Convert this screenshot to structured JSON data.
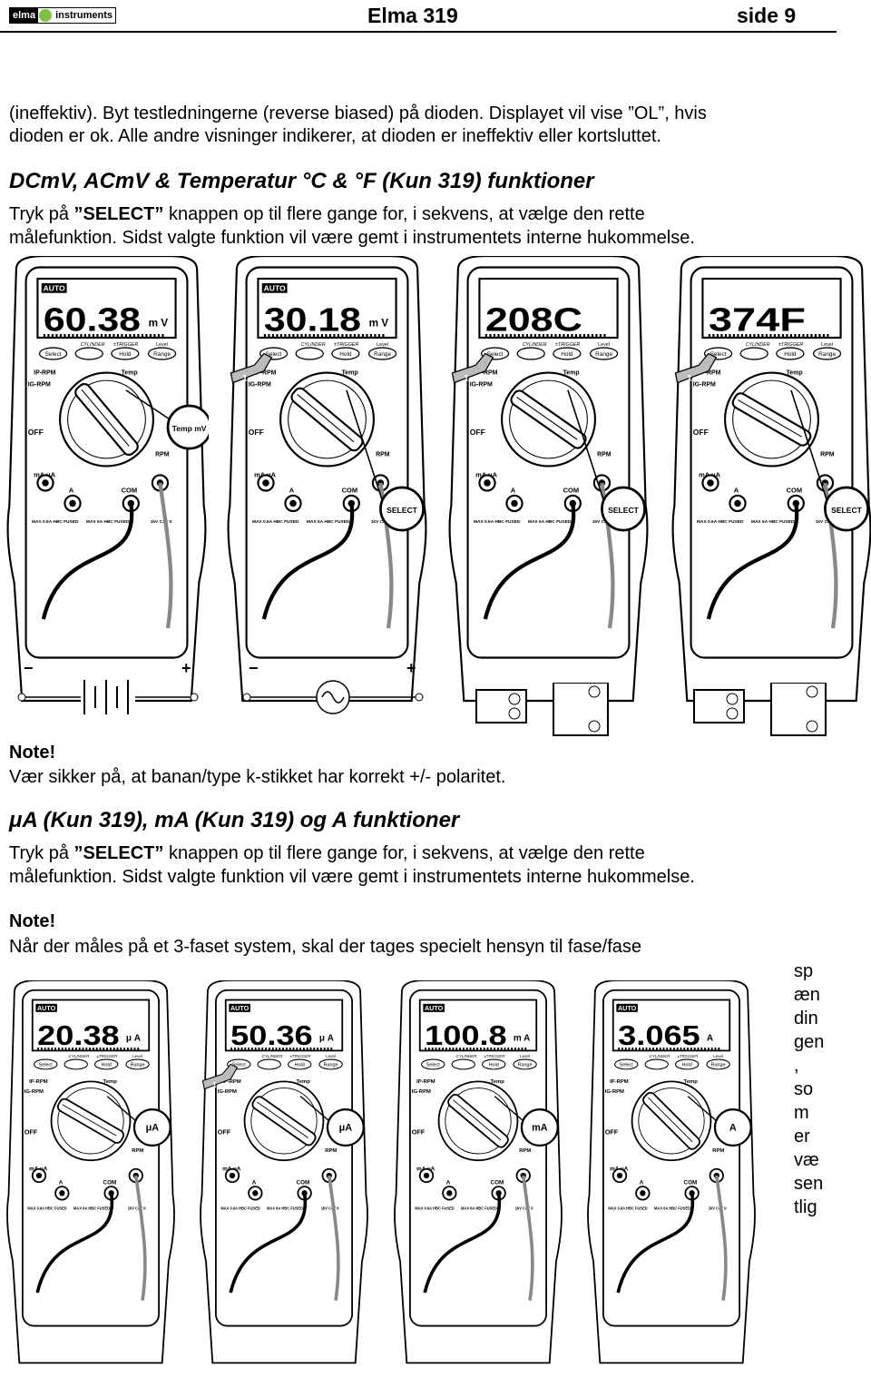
{
  "header": {
    "logo_left": "elma",
    "logo_right": "instruments",
    "title": "Elma 319",
    "page": "side 9"
  },
  "intro": {
    "line1": "(ineffektiv). Byt testledningerne (reverse biased) på dioden. Displayet vil vise ”OL”, hvis",
    "line2": "dioden er ok. Alle andre visninger indikerer, at dioden er ineffektiv eller kortsluttet."
  },
  "section1": {
    "heading": "DCmV, ACmV & Temperatur °C & °F (Kun 319) funktioner",
    "text_pre": "Tryk på ",
    "text_select": "”SELECT”",
    "text_post": " knappen op til flere gange for, i sekvens, at vælge den rette",
    "line2": "målefunktion. Sidst valgte funktion vil være gemt i instrumentets interne hukommelse."
  },
  "meters_top": [
    {
      "reading": "60.38",
      "unit": "m V",
      "auto": "AUTO",
      "callout": "Temp mV"
    },
    {
      "reading": "30.18",
      "unit": "m V",
      "auto": "AUTO",
      "callout": "SELECT"
    },
    {
      "reading": "208C",
      "unit": "",
      "auto": "",
      "callout": "SELECT"
    },
    {
      "reading": "374F",
      "unit": "",
      "auto": "",
      "callout": "SELECT"
    }
  ],
  "meter_labels": {
    "select": "Select",
    "hold": "Hold",
    "range": "Range",
    "cylinder": "CYLINDER",
    "trigger": "±TRIGGER",
    "level": "Level",
    "off": "OFF",
    "ip_rpm": "IP-RPM",
    "ig_rpm": "IG-RPM",
    "temp": "Temp",
    "rpm": "RPM",
    "com": "COM",
    "ma_ua": "mA μA",
    "a": "A",
    "max1": "MAX 0.6A HBC FUSED",
    "max2": "MAX 6A HBC FUSED",
    "cat": "1kV CAT II"
  },
  "note1": {
    "title": "Note!",
    "text": "Vær sikker på, at banan/type k-stikket har korrekt +/- polaritet."
  },
  "section2": {
    "heading": "μA (Kun 319), mA (Kun 319) og A funktioner",
    "text_pre": "Tryk på ",
    "text_select": "”SELECT”",
    "text_post": " knappen op til flere gange for, i sekvens, at vælge den rette",
    "line2": "målefunktion. Sidst valgte funktion vil være gemt i instrumentets interne hukommelse."
  },
  "note2": {
    "title": "Note!",
    "text": "Når der måles på et 3-faset system, skal der tages specielt hensyn til fase/fase"
  },
  "side_words": [
    "sp",
    "æn",
    "din",
    "gen",
    ",",
    "so",
    "m",
    "er",
    "væ",
    "sen",
    "tlig"
  ],
  "meters_bottom": [
    {
      "reading": "20.38",
      "unit": "μ A",
      "auto": "AUTO",
      "callout": "μA"
    },
    {
      "reading": "50.36",
      "unit": "μ A",
      "auto": "AUTO",
      "callout": "μA"
    },
    {
      "reading": "100.8",
      "unit": "m A",
      "auto": "AUTO",
      "callout": "mA"
    },
    {
      "reading": "3.065",
      "unit": "A",
      "auto": "AUTO",
      "callout": "A"
    }
  ],
  "symbols": {
    "minus": "−",
    "plus": "+",
    "step": "1",
    "select_callout": "SELECT"
  }
}
